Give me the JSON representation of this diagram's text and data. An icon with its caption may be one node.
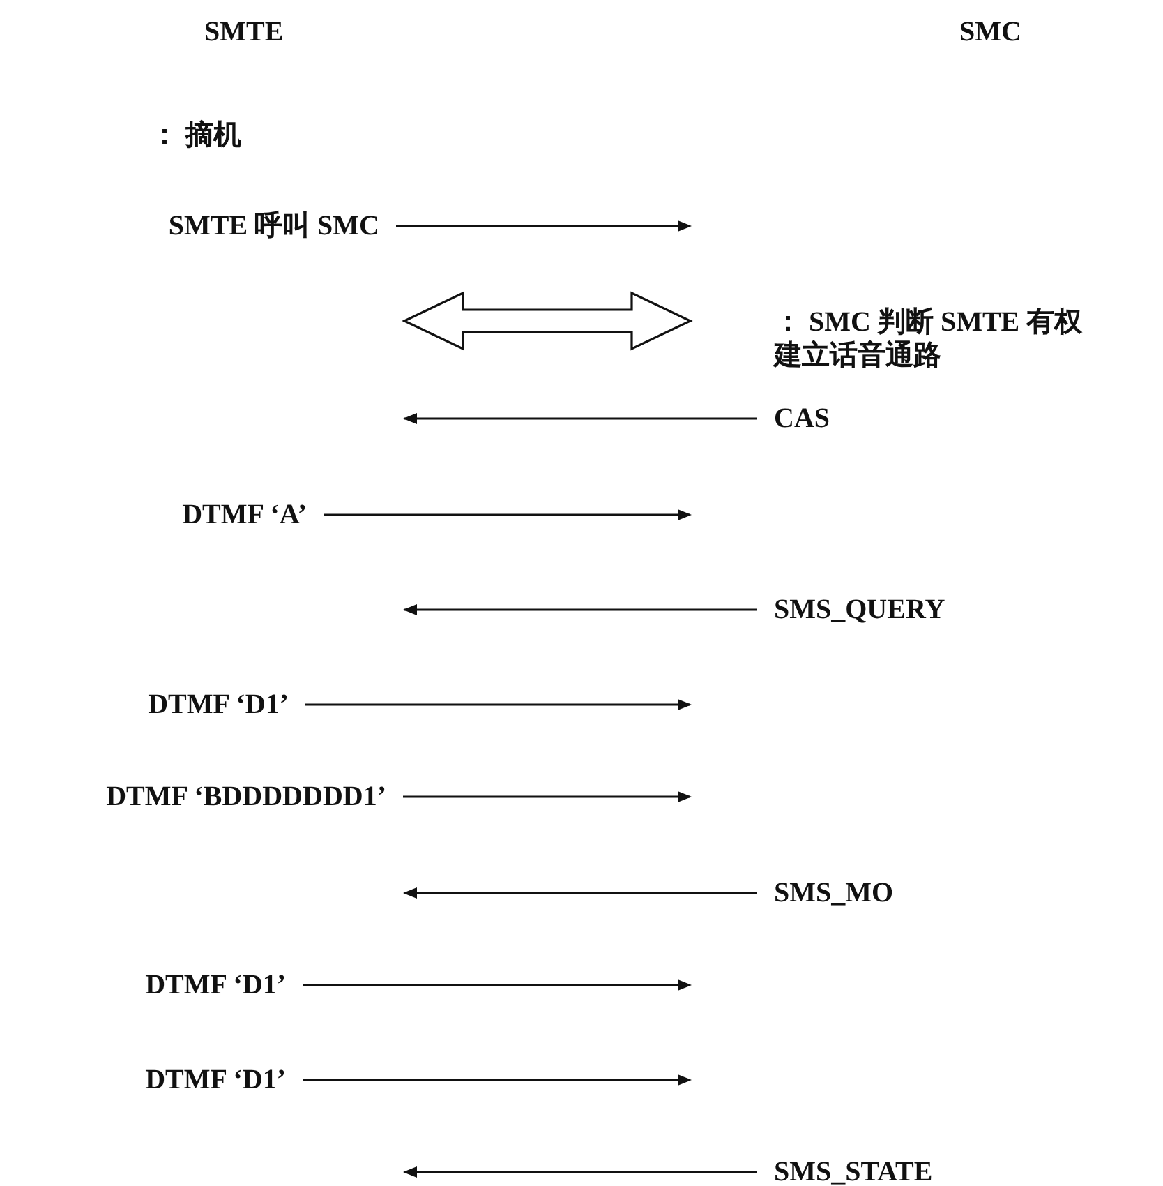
{
  "diagram": {
    "nodes": [
      {
        "text": [
          "SMTE 呼叫 SMC"
        ]
      },
      {
        "text": [
          "： SMC 判断 SMTE 有权建立话音通路"
        ]
      },
      {
        "text": [
          "CAS"
        ]
      },
      {
        "text": [
          "DTMF ‘A’"
        ]
      },
      {
        "text": [
          "SMS_QUERY"
        ]
      },
      {
        "text": [
          "DTMF ‘D1’"
        ]
      },
      {
        "text": [
          "DTMF ‘BDDDDDDD1’"
        ]
      },
      {
        "text": [
          "SMS_MO"
        ]
      },
      {
        "text": [
          "DTMF ‘D1’"
        ]
      },
      {
        "text": [
          "DTMF ‘D1’"
        ]
      },
      {
        "text": [
          "SMS_STATE"
        ]
      }
    ],
    "edges": [
      {
        "from": 0,
        "to": null,
        "arrow": "to"
      },
      {
        "from": 2,
        "to": null,
        "arrow": "to"
      },
      {
        "from": 3,
        "to": null,
        "arrow": "to"
      },
      {
        "from": 4,
        "to": null,
        "arrow": "to"
      },
      {
        "from": 5,
        "to": null,
        "arrow": "to"
      },
      {
        "from": 6,
        "to": null,
        "arrow": "to"
      },
      {
        "from": 7,
        "to": null,
        "arrow": "to"
      },
      {
        "from": 8,
        "to": null,
        "arrow": "to"
      },
      {
        "from": 9,
        "to": null,
        "arrow": "to"
      },
      {
        "from": 10,
        "to": null,
        "arrow": "to"
      }
    ],
    "labels": [
      "SMTE",
      "SMC",
      "： 摘机"
    ]
  }
}
